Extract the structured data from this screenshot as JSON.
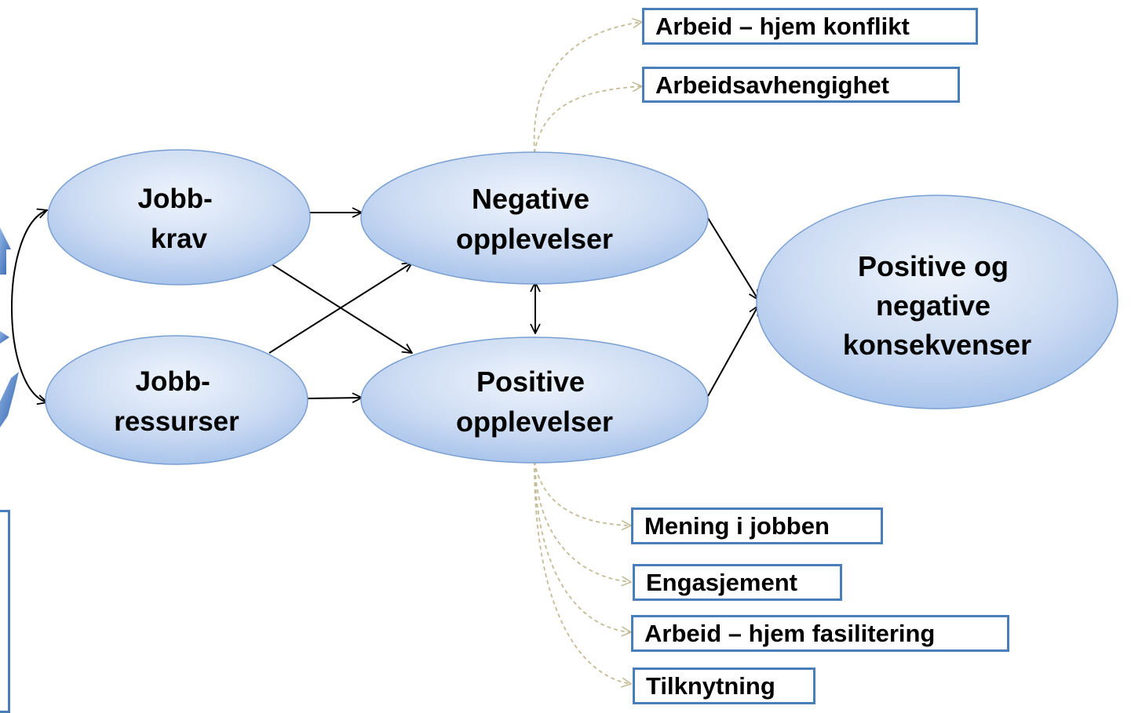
{
  "colors": {
    "ellipse_light": "#e6eefa",
    "ellipse_dark": "#a9c4eb",
    "ellipse_stroke": "#7aa0d2",
    "box_border": "#4a7ebb",
    "dashed_connector": "#c4bc96",
    "arrow": "#000000",
    "side_arrow": "#4f7fc2"
  },
  "nodes": {
    "jobbkrav": [
      "Jobb-",
      "krav"
    ],
    "jobbressurser": [
      "Jobb-",
      "ressurser"
    ],
    "negative_opplevelser": [
      "Negative",
      "opplevelser"
    ],
    "positive_opplevelser": [
      "Positive",
      "opplevelser"
    ],
    "konsekvenser": [
      "Positive og",
      "negative",
      "konsekvenser"
    ]
  },
  "negative_outcomes": [
    "Arbeid – hjem konflikt",
    "Arbeidsavhengighet"
  ],
  "positive_outcomes": [
    "Mening i jobben",
    "Engasjement",
    "Arbeid – hjem fasilitering",
    "Tilknytning"
  ]
}
